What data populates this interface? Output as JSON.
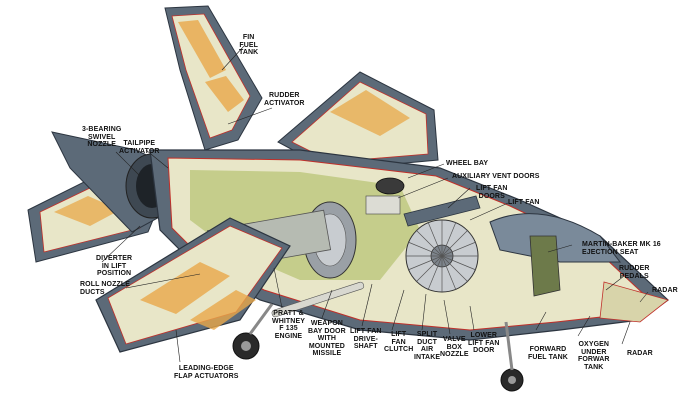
{
  "labels": {
    "fin_fuel_tank": "FIN\nFUEL\nTANK",
    "rudder_activator": "RUDDER\nACTIVATOR",
    "bearing_swivel_nozzle": "3-BEARING\nSWIVEL\nNOZZLE",
    "tailpipe_activator": "TAILPIPE\nACTIVATOR",
    "wheel_bay": "WHEEL BAY",
    "auxiliary_vent_doors": "AUXILIARY VENT DOORS",
    "lift_fan_doors": "LIFT FAN\nDOORS",
    "lift_fan": "LIFT FAN",
    "diverter_in_lift_position": "DIVERTER\nIN LIFT\nPOSITION",
    "martin_baker_seat": "MARTIN-BAKER MK 16\nEJECTION SEAT",
    "roll_nozzle_ducts": "ROLL NOZZLE\nDUCTS",
    "rudder_pedals": "RUDDER\nPEDALS",
    "radar_top": "RADAR",
    "pratt_whitney_engine": "PRATT &\nWHITNEY\nF 135\nENGINE",
    "weapon_bay_door": "WEAPON\nBAY DOOR\nWITH\nMOUNTED\nMISSILE",
    "lift_fan_driveshaft": "LIFT FAN\nDRIVE-\nSHAFT",
    "lift_fan_clutch": "LIFT\nFAN\nCLUTCH",
    "split_duct_air_intake": "SPLIT\nDUCT\nAIR\nINTAKE",
    "valve_box_nozzle": "VALVE\nBOX\nNOZZLE",
    "lower_lift_fan_door": "LOWER\nLIFT FAN\nDOOR",
    "forward_fuel_tank": "FORWARD\nFUEL TANK",
    "oxygen_under_forwar_tank": "OXYGEN\nUNDER\nFORWAR\nTANK",
    "radar_bottom": "RADAR",
    "leading_edge_flap_actuators": "LEADING-EDGE\nFLAP ACTUATORS"
  },
  "colors": {
    "structure": "#e8e6c8",
    "skin": "#5c6a78",
    "fuel": "#e8a84a",
    "green": "#a8b85a",
    "red_line": "#c0302a",
    "leader": "#222222"
  }
}
